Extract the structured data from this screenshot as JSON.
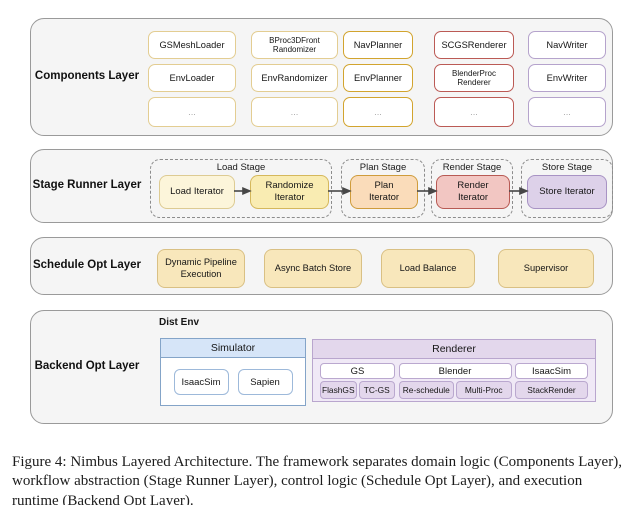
{
  "figure": {
    "caption": "Figure 4: Nimbus Layered Architecture. The framework separates domain logic (Components Layer), workflow abstraction (Stage Runner Layer), control logic (Schedule Opt Layer), and execution runtime (Backend Opt Layer)."
  },
  "components": {
    "label": "Components Layer",
    "columns": [
      {
        "name": "loader",
        "items": [
          "GSMeshLoader",
          "EnvLoader",
          "..."
        ]
      },
      {
        "name": "randomizer",
        "items": [
          "BProc3DFront Randomizer",
          "EnvRandomizer",
          "..."
        ]
      },
      {
        "name": "planner",
        "items": [
          "NavPlanner",
          "EnvPlanner",
          "..."
        ]
      },
      {
        "name": "renderer",
        "items": [
          "SCGSRenderer",
          "BlenderProc Renderer",
          "..."
        ]
      },
      {
        "name": "writer",
        "items": [
          "NavWriter",
          "EnvWriter",
          "..."
        ]
      }
    ]
  },
  "stage_runner": {
    "label": "Stage Runner Layer",
    "stages": [
      {
        "label": "Load Stage",
        "iterators": [
          "Load Iterator",
          "Randomize Iterator"
        ]
      },
      {
        "label": "Plan Stage",
        "iterators": [
          "Plan Iterator"
        ]
      },
      {
        "label": "Render Stage",
        "iterators": [
          "Render Iterator"
        ]
      },
      {
        "label": "Store Stage",
        "iterators": [
          "Store Iterator"
        ]
      }
    ]
  },
  "schedule_opt": {
    "label": "Schedule Opt Layer",
    "items": [
      "Dynamic Pipeline Execution",
      "Async Batch Store",
      "Load Balance",
      "Supervisor"
    ]
  },
  "backend_opt": {
    "label": "Backend Opt Layer",
    "group_label": "Dist Env",
    "simulator": {
      "label": "Simulator",
      "items": [
        "IsaacSim",
        "Sapien"
      ]
    },
    "renderer": {
      "label": "Renderer",
      "stacks": [
        {
          "label": "GS",
          "subs": [
            "FlashGS",
            "TC-GS"
          ]
        },
        {
          "label": "Blender",
          "subs": [
            "Re-schedule",
            "Multi-Proc"
          ]
        },
        {
          "label": "IsaacSim",
          "subs": [
            "StackRender"
          ]
        }
      ]
    }
  },
  "colors": {
    "layer_bg": "#f5f5f5",
    "layer_border": "#9a9a9a",
    "yellow_light": "#e3cd92",
    "gold": "#d2a42e",
    "red": "#bb5a55",
    "purple": "#b5a3cc",
    "stage_yellow_fill": "#f9ecb2",
    "stage_orange_fill": "#fadcba",
    "stage_red_fill": "#f2c6c2",
    "stage_purple_fill": "#ddd1e9",
    "schedule_fill": "#f8e7bb",
    "simulator_blue": "#d6e5f8",
    "renderer_purple": "#e3d7ec",
    "arrow": "#474747"
  }
}
